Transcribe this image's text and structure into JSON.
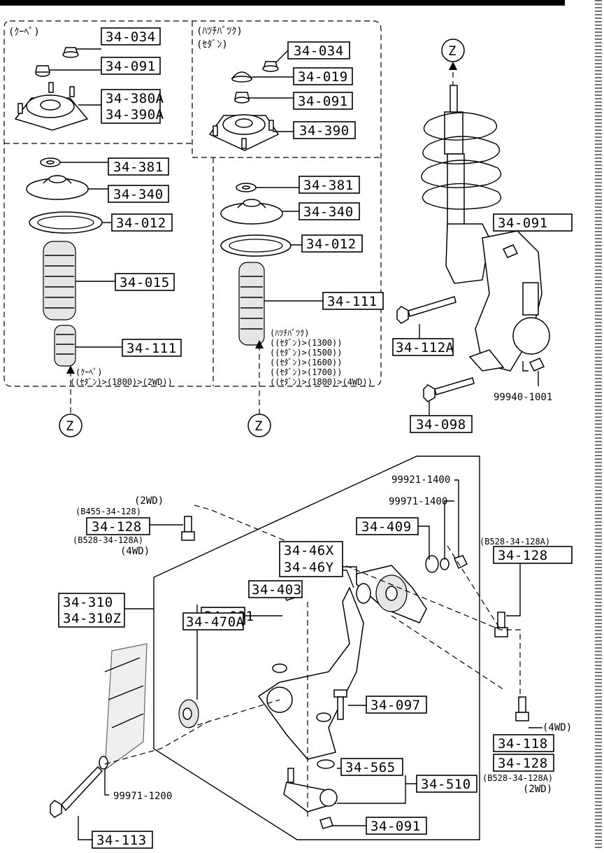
{
  "headers": {
    "coupe": "(ｸｰﾍﾟ)",
    "hatch": "(ﾊﾂﾁﾊﾞﾂｸ)",
    "sedan": "(ｾﾀﾞﾝ)"
  },
  "labels": {
    "l34034a": "34-034",
    "l34091a": "34-091",
    "l34380a": "34-380A",
    "l34390a": "34-390A",
    "l34034b": "34-034",
    "l34019": "34-019",
    "l34091b": "34-091",
    "l34390": "34-390",
    "l34381a": "34-381",
    "l34340a": "34-340",
    "l34012a": "34-012",
    "l34015": "34-015",
    "l34111a": "34-111",
    "l34381b": "34-381",
    "l34340b": "34-340",
    "l34012b": "34-012",
    "l34111b": "34-111",
    "l34091c": "34-091",
    "l34112a": "34-112A",
    "l34098": "34-098",
    "p99940": "99940-1001",
    "l34128a": "34-128",
    "l34409": "34-409",
    "p99921": "99921-1400",
    "p99971a": "99971-1400",
    "l34128b": "34-128",
    "l3446x": "34-46X",
    "l3446y": "34-46Y",
    "l34403": "34-403",
    "l34310": "34-310",
    "l34310z": "34-310Z",
    "l34091d": "34-091",
    "l34470a": "34-470A",
    "l34097": "34-097",
    "l34118": "34-118",
    "l34128c": "34-128",
    "l34565": "34-565",
    "l34510": "34-510",
    "l34113": "34-113",
    "p99971b": "99971-1200",
    "l34091e": "34-091"
  },
  "notes": {
    "coupe_cond": "(ｸｰﾍﾟ)",
    "coupe_cond2": "((ｾﾀﾞﾝ)>(1800)>(2WD))",
    "hb_cond1": "(ﾊﾂﾁﾊﾞﾂｸ)",
    "hb_cond2": "((ｾﾀﾞﾝ)>(1300))",
    "hb_cond3": "((ｾﾀﾞﾝ)>(1500))",
    "hb_cond4": "((ｾﾀﾞﾝ)>(1600))",
    "hb_cond5": "((ｾﾀﾞﾝ)>(1700))",
    "hb_cond6": "((ｾﾀﾞﾝ)>(1800)>(4WD))",
    "wd2a": "(2WD)",
    "b6455": "(B455-34-128)",
    "b528a": "(B528-34-128A)",
    "wd4a": "(4WD)",
    "b528b": "(B528-34-128A)",
    "wd4b": "(4WD)",
    "b528c": "(B528-34-128A)",
    "wd2b": "(2WD)"
  },
  "markers": {
    "z1": "Z",
    "z2": "Z",
    "z3": "Z"
  }
}
